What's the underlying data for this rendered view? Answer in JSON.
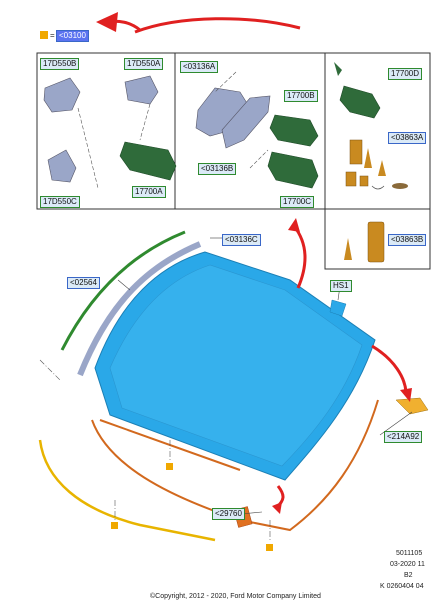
{
  "legend": {
    "equals": "=",
    "ref": "<03100"
  },
  "labels": {
    "l17D550B": "17D550B",
    "l17D550A": "17D550A",
    "l17D550C": "17D550C",
    "l17700A": "17700A",
    "l03136A": "<03136A",
    "l03136B": "<03136B",
    "l17700B": "17700B",
    "l17700C": "17700C",
    "l17700D": "17700D",
    "l03863A": "<03863A",
    "l03863B": "<03863B",
    "l03136C": "<03136C",
    "l02564": "<02564",
    "lHS1": "HS1",
    "l214A92": "<214A92",
    "l29760": "<29760"
  },
  "footer": {
    "code1": "5011105",
    "date": "03-2020 11",
    "rev": "B2",
    "code2": "K 0260404 04",
    "copyright": "©Copyright, 2012 - 2020, Ford Motor Company Limited"
  },
  "colors": {
    "glass": "#2aa8e8",
    "seal": "#d2691e",
    "trim_yellow": "#e8b400",
    "arrow_red": "#e02020",
    "mirror_green": "#2f6b3a",
    "cover_gray": "#9aa6c8"
  }
}
